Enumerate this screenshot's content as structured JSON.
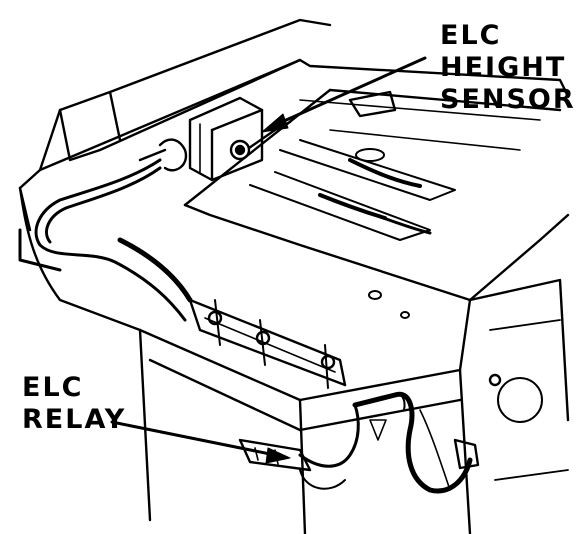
{
  "labels": {
    "height_sensor": [
      "ELC",
      "HEIGHT",
      "SENSOR"
    ],
    "relay": [
      "ELC",
      "RELAY"
    ]
  },
  "colors": {
    "ink": "#000000",
    "paper": "#ffffff"
  }
}
